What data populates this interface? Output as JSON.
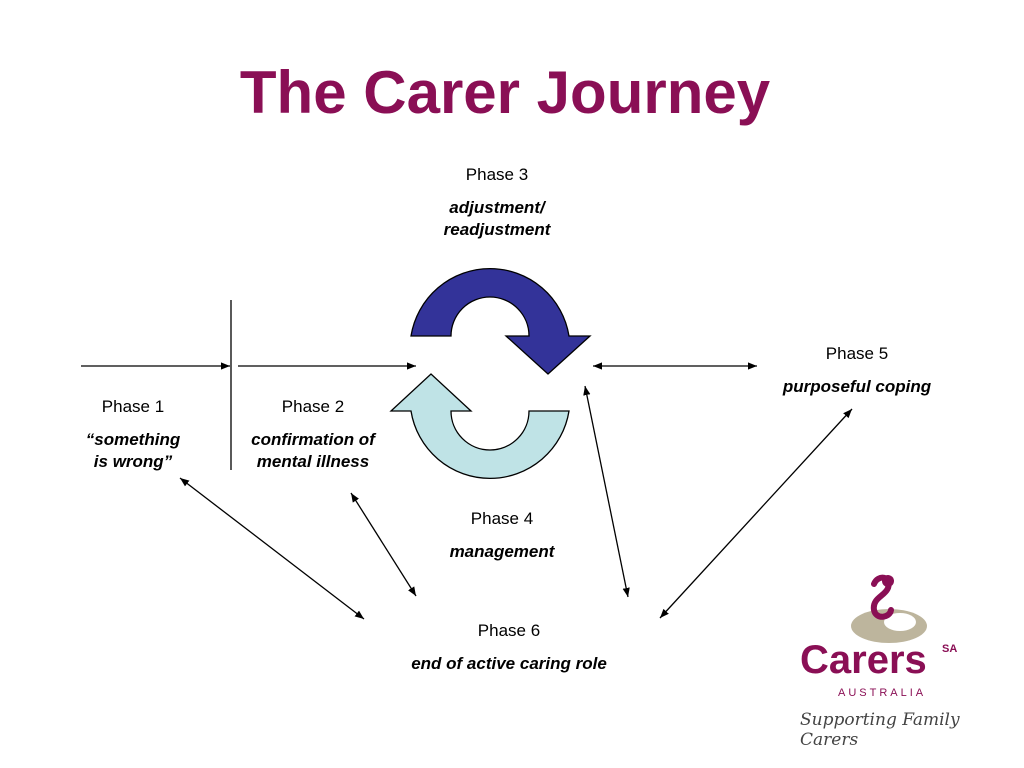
{
  "slide": {
    "title": "The Carer Journey"
  },
  "phases": [
    {
      "num": "Phase 1",
      "desc_lines": [
        "“something",
        "is wrong”"
      ]
    },
    {
      "num": "Phase 2",
      "desc_lines": [
        "confirmation of",
        "mental illness"
      ]
    },
    {
      "num": "Phase 3",
      "desc_lines": [
        "adjustment/",
        "readjustment"
      ]
    },
    {
      "num": "Phase 4",
      "desc_lines": [
        "management"
      ]
    },
    {
      "num": "Phase 5",
      "desc_lines": [
        "purposeful coping"
      ]
    },
    {
      "num": "Phase 6",
      "desc_lines": [
        "end of active caring role"
      ]
    }
  ],
  "logo": {
    "wordmark": "Carers",
    "superscript": "SA",
    "country": "AUSTRALIA",
    "tagline": "Supporting Family Carers"
  },
  "colors": {
    "title": "#8a0f55",
    "cycle_arrow_top": "#333399",
    "cycle_arrow_bottom": "#bfe3e6",
    "logo_accent": "#bdb59d"
  }
}
